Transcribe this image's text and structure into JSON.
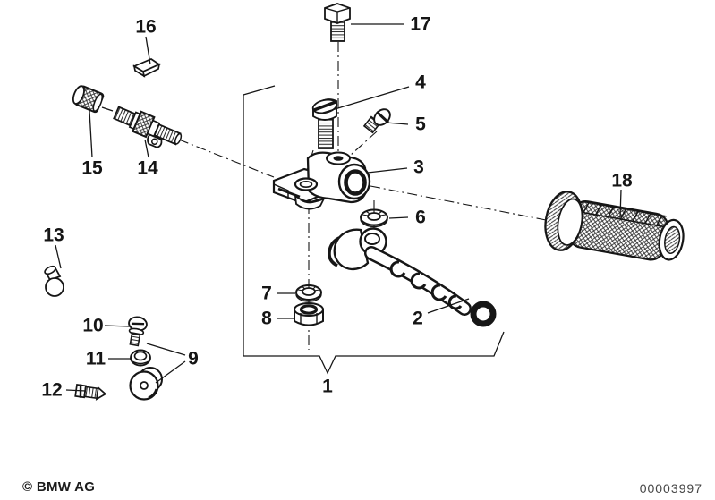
{
  "part_labels": {
    "p1": "1",
    "p2": "2",
    "p3": "3",
    "p4": "4",
    "p5": "5",
    "p6": "6",
    "p7": "7",
    "p8": "8",
    "p9": "9",
    "p10": "10",
    "p11": "11",
    "p12": "12",
    "p13": "13",
    "p14": "14",
    "p15": "15",
    "p16": "16",
    "p17": "17",
    "p18": "18"
  },
  "footer": {
    "copyright": "© BMW AG",
    "document_number": "00003997"
  },
  "colors": {
    "ink": "#161616",
    "background": "#ffffff",
    "document_number_gray": "#464646"
  }
}
